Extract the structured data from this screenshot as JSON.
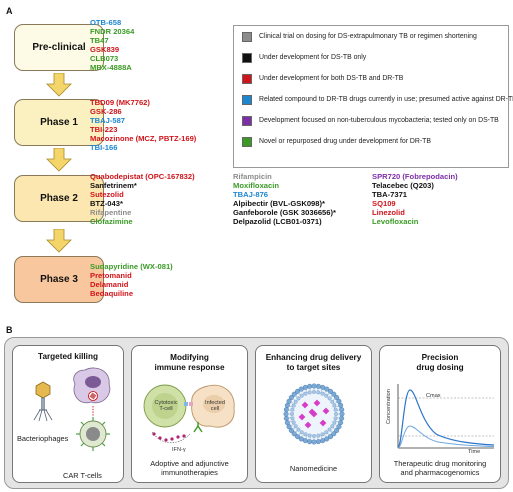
{
  "panel_a_label": "A",
  "panel_b_label": "B",
  "colors": {
    "gray": "#8c8c8c",
    "black": "#111111",
    "red": "#d0141b",
    "blue": "#1c86d1",
    "purple": "#7d2fa8",
    "green": "#3a9a26"
  },
  "phases": [
    {
      "label": "Pre-clinical",
      "fill": "#fdfbe6"
    },
    {
      "label": "Phase 1",
      "fill": "#fbf1c0"
    },
    {
      "label": "Phase 2",
      "fill": "#fce7b0"
    },
    {
      "label": "Phase 3",
      "fill": "#f8c79e"
    }
  ],
  "drug_columns": {
    "preclinical": [
      {
        "name": "OTB-658",
        "color": "blue"
      },
      {
        "name": "FNDR 20364",
        "color": "green"
      },
      {
        "name": "TB47",
        "color": "green"
      },
      {
        "name": "GSK839",
        "color": "red"
      },
      {
        "name": "CLB073",
        "color": "green"
      },
      {
        "name": "MBX-4888A",
        "color": "green"
      }
    ],
    "phase1": [
      {
        "name": "TBD09 (MK7762)",
        "color": "red"
      },
      {
        "name": "GSK-286",
        "color": "red"
      },
      {
        "name": "TBAJ-587",
        "color": "blue"
      },
      {
        "name": "TBI-223",
        "color": "red"
      },
      {
        "name": "Macozinone (MCZ, PBTZ-169)",
        "color": "red"
      },
      {
        "name": "TBI-166",
        "color": "blue"
      }
    ],
    "phase2_col1": [
      {
        "name": "Quabodepistat (OPC-167832)",
        "color": "red"
      },
      {
        "name": "Sanfetrinem*",
        "color": "black"
      },
      {
        "name": "Sutezolid",
        "color": "red"
      },
      {
        "name": "BTZ-043*",
        "color": "black"
      },
      {
        "name": "Rifapentine",
        "color": "gray"
      },
      {
        "name": "Clofazimine",
        "color": "green"
      }
    ],
    "phase2_col2": [
      {
        "name": "Rifampicin",
        "color": "gray"
      },
      {
        "name": "Moxifloxacin",
        "color": "green"
      },
      {
        "name": "TBAJ-876",
        "color": "blue"
      },
      {
        "name": "Alpibectir (BVL-GSK098)*",
        "color": "black"
      },
      {
        "name": "Ganfeborole (GSK 3036656)*",
        "color": "black"
      },
      {
        "name": "Delpazolid (LCB01-0371)",
        "color": "black"
      }
    ],
    "phase2_col3": [
      {
        "name": "SPR720 (Fobrepodacin)",
        "color": "purple"
      },
      {
        "name": "Telacebec (Q203)",
        "color": "black"
      },
      {
        "name": "TBA-7371",
        "color": "black"
      },
      {
        "name": "SQ109",
        "color": "red"
      },
      {
        "name": "Linezolid",
        "color": "red"
      },
      {
        "name": "Levofloxacin",
        "color": "green"
      }
    ],
    "phase3": [
      {
        "name": "Sudapyridine (WX-081)",
        "color": "green"
      },
      {
        "name": "Pretomanid",
        "color": "red"
      },
      {
        "name": "Delamanid",
        "color": "red"
      },
      {
        "name": "Bedaquiline",
        "color": "red"
      }
    ]
  },
  "legend": [
    {
      "color": "gray",
      "text": "Clinical trial on dosing for DS-extrapulmonary TB or regimen shortening"
    },
    {
      "color": "black",
      "text": "Under development for DS-TB only"
    },
    {
      "color": "red",
      "text": "Under development for both DS-TB and DR-TB"
    },
    {
      "color": "blue",
      "text": "Related compound to DR-TB drugs currently in use; presumed active against DR-TB"
    },
    {
      "color": "purple",
      "text": "Development focused on non-tuberculous mycobacteria; tested only on DS-TB"
    },
    {
      "color": "green",
      "text": "Novel or repurposed drug under development for DR-TB"
    }
  ],
  "panel_b": {
    "card1": {
      "title": "Targeted killing",
      "label_phage": "Bacteriophages",
      "label_cart": "CAR T-cells"
    },
    "card2": {
      "title_line1": "Modifying",
      "title_line2": "immune response",
      "cytotoxic_line1": "Cytotoxic",
      "cytotoxic_line2": "T-cell",
      "infected_line1": "Infected",
      "infected_line2": "cell",
      "ifn": "IFN-γ",
      "cap_line1": "Adoptive and adjunctive",
      "cap_line2": "immunotherapies"
    },
    "card3": {
      "title_line1": "Enhancing drug delivery",
      "title_line2": "to target sites",
      "cap": "Nanomedicine"
    },
    "card4": {
      "title_line1": "Precision",
      "title_line2": "drug dosing",
      "cmax": "Cmax",
      "ylabel": "Concentration",
      "xlabel": "Time",
      "cap_line1": "Therapeutic drug monitoring",
      "cap_line2": "and pharmacogenomics"
    }
  }
}
